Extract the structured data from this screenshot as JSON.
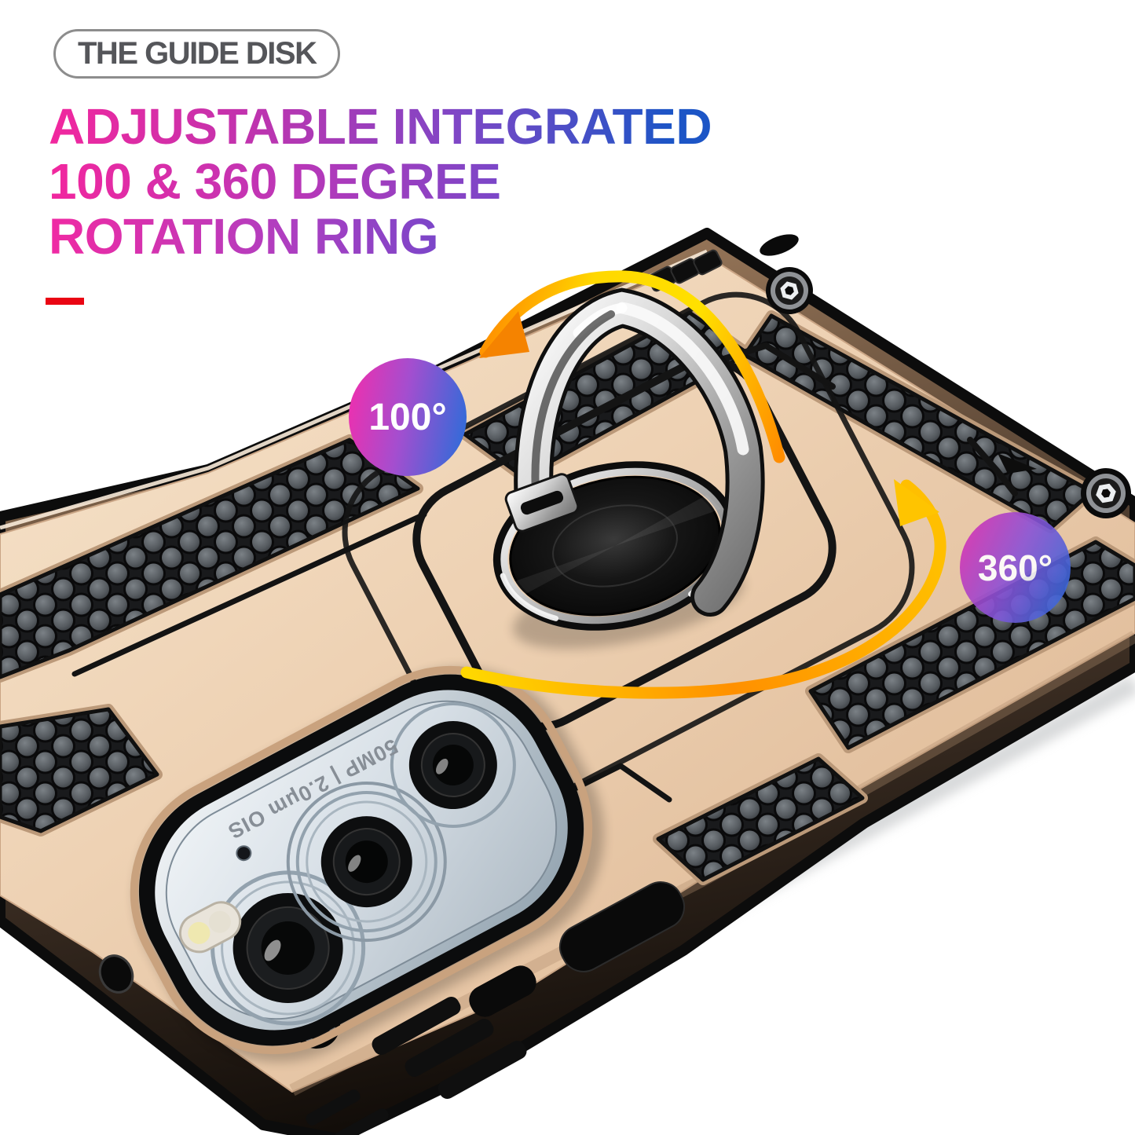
{
  "product": {
    "tag_label": "THE GUIDE DISK",
    "headline": {
      "line1": "ADJUSTABLE INTEGRATED",
      "line2": "100 & 360 DEGREE",
      "line3": "ROTATION RING"
    }
  },
  "callouts": {
    "tilt_angle": "100°",
    "spin_angle": "360°"
  },
  "camera": {
    "label": "50MP | 2.0μm OIS"
  },
  "colors": {
    "headline_gradient_start": "#f2279e",
    "headline_gradient_mid": "#8a42c6",
    "headline_gradient_end": "#1c55c6",
    "accent_bar": "#ea0513",
    "tag_border": "#8d8d8d",
    "tag_text": "#55565a",
    "case_gold": "#e8cbac",
    "case_edge_dark": "#2a211a",
    "badge_pink": "#e131b2",
    "badge_blue": "#2f6cd9",
    "arrow_yellow": "#ffd800",
    "arrow_orange": "#ff9000",
    "ring_silver": "#c9c9c9",
    "disk_black": "#0d0d0d"
  }
}
